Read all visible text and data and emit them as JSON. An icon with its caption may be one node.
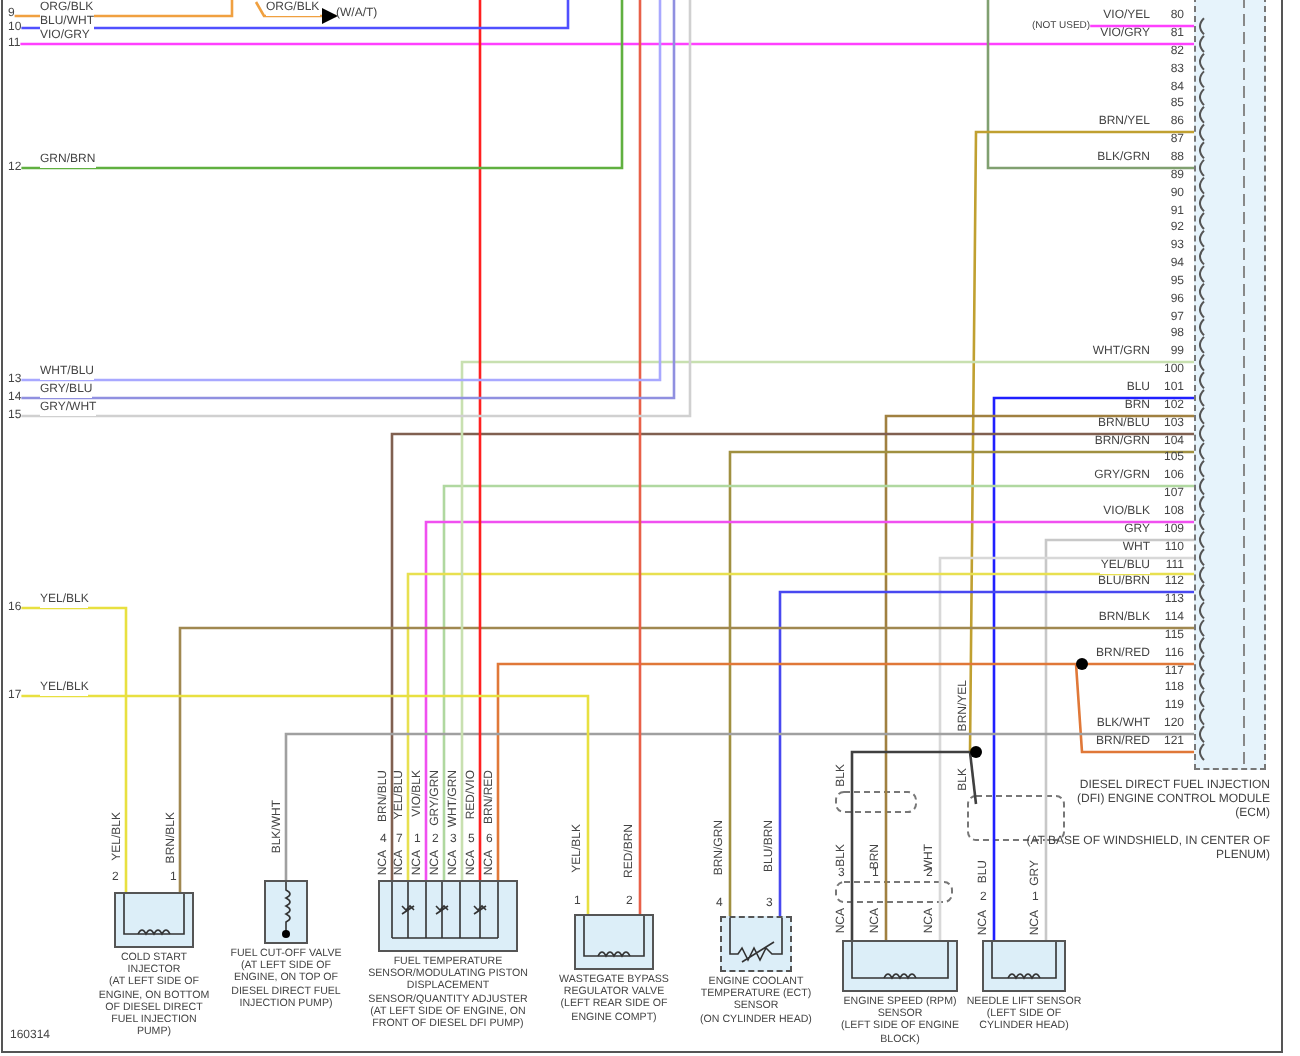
{
  "diagram": {
    "nodes": [
      {
        "text": [
          "(W/A/T)"
        ]
      },
      {
        "text": [
          "(NOT USED)"
        ]
      },
      {
        "text": [
          "DIESEL DIRECT FUEL INJECTION (DFI) ENGINE CONTROL MODULE (ECM)",
          "(AT BASE OF WINDSHIELD, IN CENTER OF PLENUM)"
        ]
      },
      {
        "text": [],
        "shape": "circle"
      },
      {
        "text": [],
        "shape": "circle"
      },
      {
        "text": [
          "COLD START INJECTOR",
          "(AT LEFT SIDE OF ENGINE, ON BOTTOM OF DIESEL DIRECT FUEL INJECTION PUMP)"
        ]
      },
      {
        "text": [
          "FUEL CUT-OFF VALVE",
          "(AT LEFT SIDE OF ENGINE, ON TOP OF DIESEL DIRECT FUEL INJECTION PUMP)"
        ]
      },
      {
        "text": [
          "FUEL TEMPERATURE SENSOR/MODULATING PISTON DISPLACEMENT SENSOR/QUANTITY ADJUSTER",
          "(AT LEFT SIDE OF ENGINE, ON FRONT OF DIESEL DFI PUMP)"
        ]
      },
      {
        "text": [
          "WASTEGATE BYPASS REGULATOR VALVE",
          "(LEFT REAR SIDE OF ENGINE COMPT)"
        ]
      },
      {
        "text": [
          "ENGINE COOLANT TEMPERATURE (ECT) SENSOR",
          "(ON CYLINDER HEAD)"
        ]
      },
      {
        "text": [
          "ENGINE SPEED (RPM) SENSOR",
          "(LEFT SIDE OF ENGINE BLOCK)"
        ]
      },
      {
        "text": [
          "NEEDLE LIFT SENSOR",
          "(LEFT SIDE OF CYLINDER HEAD)"
        ]
      },
      {
        "text": [
          "9"
        ]
      },
      {
        "text": [
          "10"
        ]
      },
      {
        "text": [
          "11"
        ]
      },
      {
        "text": [
          "12"
        ]
      },
      {
        "text": [
          "13"
        ]
      },
      {
        "text": [
          "14"
        ]
      },
      {
        "text": [
          "15"
        ]
      },
      {
        "text": [
          "16"
        ]
      },
      {
        "text": [
          "17"
        ]
      }
    ],
    "edges": [
      {
        "from": null,
        "to": 0,
        "arrow": "to",
        "label": "ORG/BLK",
        "color": "#f0a040"
      },
      {
        "from": 1,
        "to": 2,
        "arrow": "none",
        "label": "VIO/YEL",
        "color": "#ff40ff"
      },
      {
        "from": 14,
        "to": 2,
        "arrow": "none",
        "label": "VIO/GRY",
        "color": "#ff40ff"
      },
      {
        "from": 2,
        "to": null,
        "arrow": "none",
        "label": "BLK/GRN",
        "color": "#80a070"
      },
      {
        "from": 4,
        "to": 2,
        "arrow": "none",
        "label": "BRN/YEL",
        "color": "#c0a030"
      },
      {
        "from": 11,
        "to": 2,
        "arrow": "none",
        "label": "BLU",
        "color": "#2020ff"
      },
      {
        "from": 10,
        "to": 2,
        "arrow": "none",
        "label": "BRN",
        "color": "#a08040"
      },
      {
        "from": 7,
        "to": 2,
        "arrow": "none",
        "label": "BRN/BLU",
        "color": "#806050"
      },
      {
        "from": 9,
        "to": 2,
        "arrow": "none",
        "label": "BRN/GRN",
        "color": "#a09040"
      },
      {
        "from": 7,
        "to": 2,
        "arrow": "none",
        "label": "GRY/GRN",
        "color": "#b0d8a0"
      },
      {
        "from": 7,
        "to": 2,
        "arrow": "none",
        "label": "VIO/BLK",
        "color": "#f050f0"
      },
      {
        "from": 11,
        "to": 2,
        "arrow": "none",
        "label": "GRY",
        "color": "#c8c8c8"
      },
      {
        "from": 10,
        "to": 2,
        "arrow": "none",
        "label": "WHT",
        "color": "#d8d8d8"
      },
      {
        "from": 7,
        "to": 2,
        "arrow": "none",
        "label": "YEL/BLU",
        "color": "#e8e050"
      },
      {
        "from": 9,
        "to": 2,
        "arrow": "none",
        "label": "BLU/BRN",
        "color": "#4848f0"
      },
      {
        "from": 5,
        "to": 2,
        "arrow": "none",
        "label": "BRN/BLK",
        "color": "#a08850"
      },
      {
        "from": 7,
        "to": 3,
        "arrow": "none",
        "color": "#e07838"
      },
      {
        "from": 3,
        "to": 2,
        "arrow": "none",
        "label": "BRN/RED",
        "color": "#e07838"
      },
      {
        "from": 3,
        "to": 2,
        "arrow": "none",
        "label": "BRN/RED",
        "color": "#e07838"
      },
      {
        "from": 6,
        "to": 2,
        "arrow": "none",
        "label": "BLK/WHT",
        "color": "#a0a0a0"
      },
      {
        "from": 7,
        "to": 2,
        "arrow": "none",
        "label": "WHT/GRN",
        "color": "#c8e0b0"
      },
      {
        "from": 7,
        "to": null,
        "arrow": "none",
        "color": "#ff2020"
      },
      {
        "from": 19,
        "to": 5,
        "arrow": "none",
        "label": "YEL/BLK",
        "color": "#e8e040"
      },
      {
        "from": 20,
        "to": 8,
        "arrow": "none",
        "label": "YEL/BLK",
        "color": "#e8e040"
      },
      {
        "from": 8,
        "to": null,
        "arrow": "none",
        "color": "#e86048"
      },
      {
        "from": 10,
        "to": 4,
        "arrow": "none",
        "color": "#404040"
      },
      {
        "from": 4,
        "to": null,
        "arrow": "none",
        "color": "#404040"
      },
      {
        "from": 12,
        "to": null,
        "arrow": "none",
        "label": "ORG/BLK",
        "color": "#f0a040"
      },
      {
        "from": 13,
        "to": null,
        "arrow": "none",
        "label": "BLU/WHT",
        "color": "#5050ff"
      },
      {
        "from": 15,
        "to": null,
        "arrow": "none",
        "label": "GRN/BRN",
        "color": "#60b040"
      },
      {
        "from": 16,
        "to": null,
        "arrow": "none",
        "label": "WHT/BLU",
        "color": "#a8a8ff"
      },
      {
        "from": 17,
        "to": null,
        "arrow": "none",
        "label": "GRY/BLU",
        "color": "#9090e0"
      },
      {
        "from": 18,
        "to": null,
        "arrow": "none",
        "label": "GRY/WHT",
        "color": "#d0d0d0"
      }
    ],
    "labels": [
      "VIO/GRY",
      "80",
      "81",
      "82",
      "83",
      "84",
      "85",
      "86",
      "87",
      "88",
      "89",
      "90",
      "91",
      "92",
      "93",
      "94",
      "95",
      "96",
      "97",
      "98",
      "99",
      "100",
      "101",
      "102",
      "103",
      "104",
      "105",
      "106",
      "107",
      "108",
      "109",
      "110",
      "111",
      "112",
      "113",
      "114",
      "115",
      "116",
      "117",
      "118",
      "119",
      "120",
      "121",
      "YEL/BLK",
      "BRN/BLK",
      "2",
      "1",
      "BLK/WHT",
      "BRN/BLU",
      "YEL/BLU",
      "VIO/BLK",
      "GRY/GRN",
      "WHT/GRN",
      "RED/VIO",
      "BRN/RED",
      "4",
      "7",
      "1",
      "2",
      "3",
      "5",
      "6",
      "NCA",
      "NCA",
      "NCA",
      "NCA",
      "NCA",
      "NCA",
      "NCA",
      "YEL/BLK",
      "RED/BRN",
      "1",
      "2",
      "BRN/GRN",
      "BLU/BRN",
      "4",
      "3",
      "BLK",
      "BLK",
      "BRN",
      "WHT",
      "3",
      "1",
      "2",
      "NCA",
      "NCA",
      "NCA",
      "BLK",
      "BRN/YEL",
      "BLU",
      "GRY",
      "2",
      "1",
      "NCA",
      "NCA",
      "160314"
    ]
  }
}
